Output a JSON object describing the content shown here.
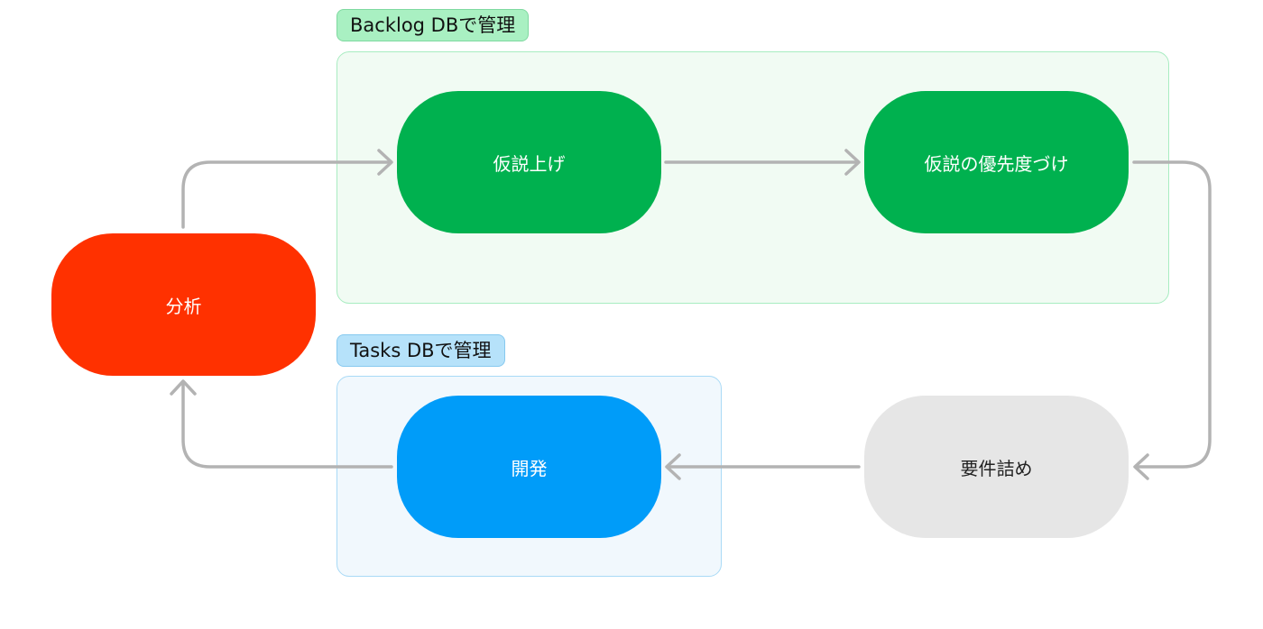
{
  "groups": {
    "backlog": {
      "label": "Backlog DBで管理",
      "fill": "#f1fbf3",
      "border": "#a8ecc1"
    },
    "tasks": {
      "label": "Tasks DBで管理",
      "fill": "#f1f8fd",
      "border": "#a9daf6"
    }
  },
  "nodes": {
    "analysis": {
      "label": "分析",
      "color": "#ff3100"
    },
    "hypothesis": {
      "label": "仮説上げ",
      "color": "#00b14f"
    },
    "prioritization": {
      "label": "仮説の優先度づけ",
      "color": "#00b14f"
    },
    "requirements": {
      "label": "要件詰め",
      "color": "#e6e6e6"
    },
    "development": {
      "label": "開発",
      "color": "#009cf9"
    }
  },
  "edges": [
    {
      "from": "分析",
      "to": "仮説上げ"
    },
    {
      "from": "仮説上げ",
      "to": "仮説の優先度づけ"
    },
    {
      "from": "仮説の優先度づけ",
      "to": "要件詰め"
    },
    {
      "from": "要件詰め",
      "to": "開発"
    },
    {
      "from": "開発",
      "to": "分析"
    }
  ],
  "edge_color": "#b3b3b3"
}
